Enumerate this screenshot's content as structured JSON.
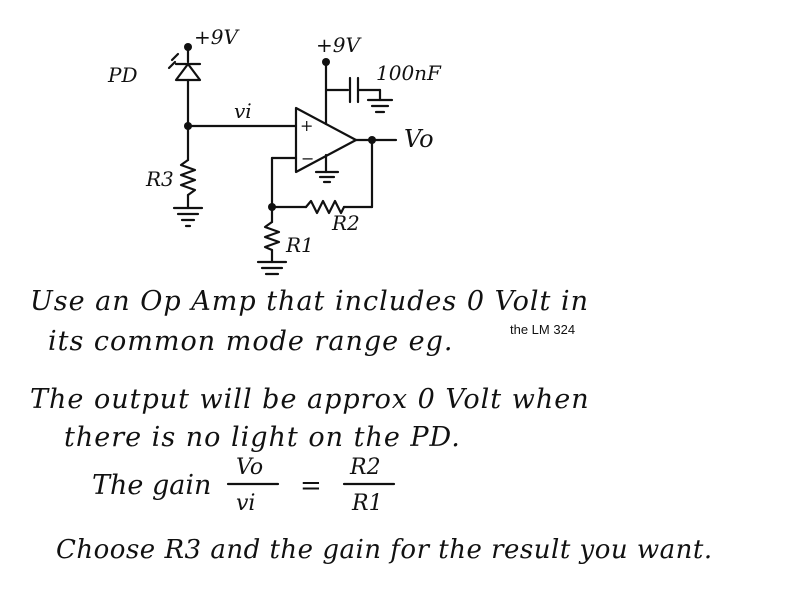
{
  "circuit": {
    "supply_pd": "+9V",
    "supply_opamp": "+9V",
    "capacitor": "100nF",
    "photodiode": "PD",
    "input_node": "vi",
    "output_node": "Vo",
    "plus_sign": "+",
    "minus_sign": "−",
    "r3": "R3",
    "r2": "R2",
    "r1": "R1"
  },
  "notes": {
    "line1": "Use an Op Amp that includes 0 Volt in",
    "line2a": "its common mode range eg.",
    "line2b": "the LM 324",
    "line3": "The output will be approx 0 Volt when",
    "line4": "there is no light on the PD.",
    "gain_label": "The gain",
    "gain_num": "Vo",
    "gain_den": "vi",
    "gain_eq": "=",
    "gain_rnum": "R2",
    "gain_rden": "R1",
    "line6": "Choose R3 and the gain for the result you want."
  }
}
